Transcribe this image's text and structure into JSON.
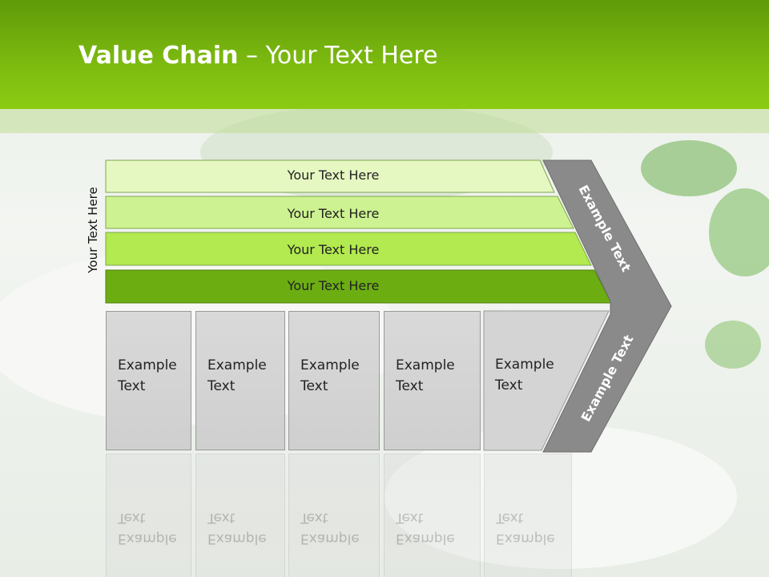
{
  "title": {
    "bold": "Value Chain",
    "rest": " – Your Text Here"
  },
  "side_label": "Your Text Here",
  "bars": [
    {
      "label": "Your Text Here",
      "color": "#e6f8c2"
    },
    {
      "label": "Your Text Here",
      "color": "#cdf291"
    },
    {
      "label": "Your Text Here",
      "color": "#b2ea4f"
    },
    {
      "label": "Your Text Here",
      "color": "#6cae12"
    }
  ],
  "boxes": [
    {
      "label": "Example\nText"
    },
    {
      "label": "Example\nText"
    },
    {
      "label": "Example\nText"
    },
    {
      "label": "Example\nText"
    },
    {
      "label": "Example\nText"
    }
  ],
  "chevron": {
    "upper_text": "Example Text",
    "lower_text": "Example Text",
    "color": "#8a8a8a"
  },
  "colors": {
    "header_green": "#7dbb10",
    "box_gray": "#d6d6d6"
  }
}
